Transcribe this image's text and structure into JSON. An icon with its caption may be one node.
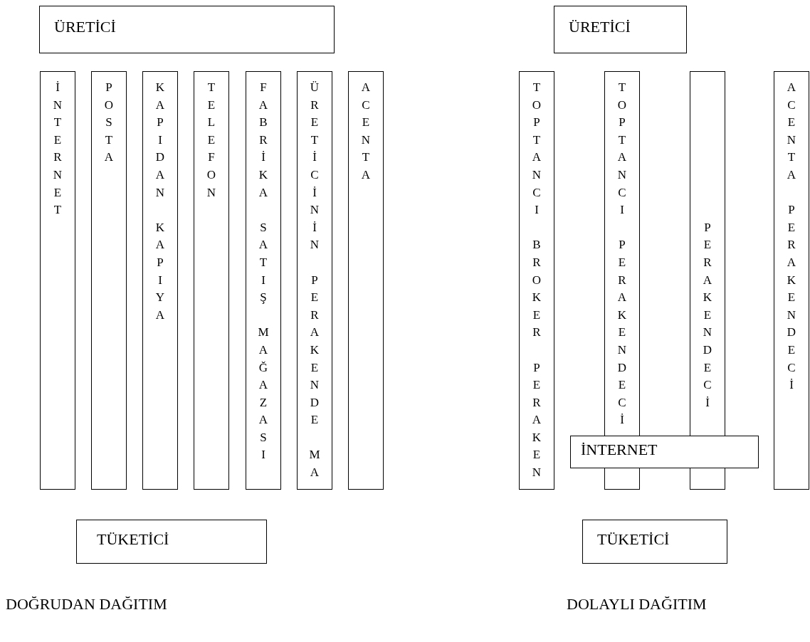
{
  "diagram": {
    "nodes": [
      {
        "text": [
          "ÜRETİCİ"
        ]
      },
      {
        "text": [
          "İNTERNET"
        ]
      },
      {
        "text": [
          "POSTA"
        ]
      },
      {
        "text": [
          "KAPIDAN KAPIYA"
        ]
      },
      {
        "text": [
          "TELEFON"
        ]
      },
      {
        "text": [
          "FABRİKA SATIŞ MAĞAZASI"
        ]
      },
      {
        "text": [
          "ÜRETİCİNİN PERAKENDE MA"
        ]
      },
      {
        "text": [
          "ACENTA"
        ]
      },
      {
        "text": [
          "TÜKETİCİ"
        ]
      },
      {
        "text": [
          "ÜRETİCİ"
        ]
      },
      {
        "text": [
          "TOPTANCI BROKER PERAKEN"
        ]
      },
      {
        "text": [
          "TOPTANCI PERAKENDECİ"
        ]
      },
      {
        "text": [
          "PERAKENDECİ"
        ]
      },
      {
        "text": [
          "ACENTA PERAKENDECİ"
        ]
      },
      {
        "text": [
          "İNTERNET"
        ]
      },
      {
        "text": [
          "TÜKETİCİ"
        ]
      }
    ],
    "labels": [
      "DOĞRUDAN DAĞITIM",
      "DOLAYLI DAĞITIM"
    ]
  }
}
